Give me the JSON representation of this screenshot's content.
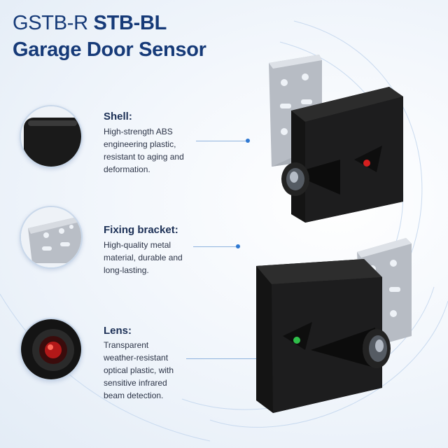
{
  "title": {
    "model_a": "GSTB-R",
    "model_b": "STB-BL",
    "product_name": "Garage Door Sensor"
  },
  "features": [
    {
      "heading": "Shell:",
      "lines": [
        "High-strength ABS",
        "engineering plastic,",
        "resistant to aging and",
        "deformation."
      ],
      "icon": "black-shell-closeup-icon"
    },
    {
      "heading": "Fixing bracket:",
      "lines": [
        "High-quality metal",
        "material, durable and",
        "long-lasting."
      ],
      "icon": "metal-bracket-closeup-icon"
    },
    {
      "heading": "Lens:",
      "lines": [
        "Transparent",
        "weather-resistant",
        "optical plastic, with",
        "sensitive infrared",
        "beam detection."
      ],
      "icon": "red-lens-closeup-icon"
    }
  ],
  "colors": {
    "title": "#163a78",
    "accent_dot": "#2e78d2",
    "sensor_body": "#1c1c1e",
    "led_red": "#d61f1f",
    "led_green": "#2fbf4a"
  },
  "products": [
    {
      "name": "sensor-with-red-led",
      "led": "red"
    },
    {
      "name": "sensor-with-green-led",
      "led": "green"
    }
  ]
}
